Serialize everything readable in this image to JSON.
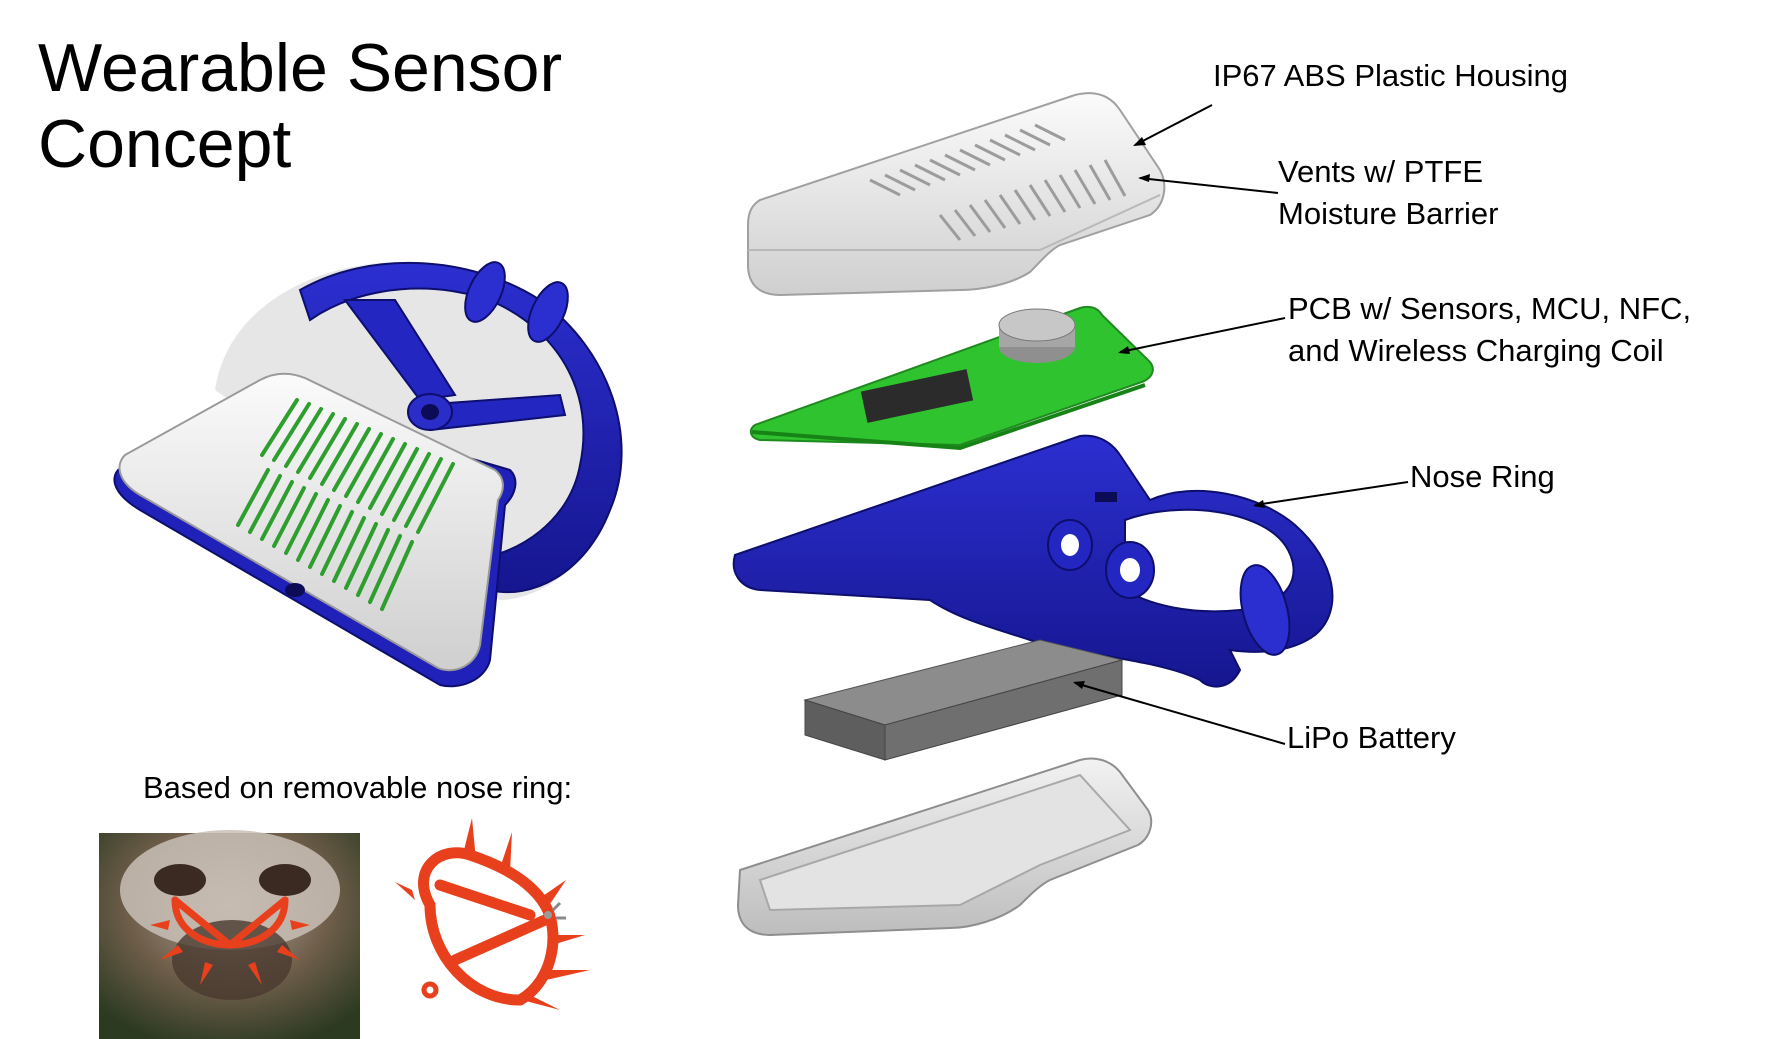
{
  "title": {
    "line1": "Wearable Sensor",
    "line2": "Concept"
  },
  "callouts": {
    "housing": "IP67 ABS Plastic Housing",
    "vents_line1": "Vents w/ PTFE",
    "vents_line2": "Moisture Barrier",
    "pcb_line1": "PCB w/ Sensors, MCU, NFC,",
    "pcb_line2": "and Wireless Charging Coil",
    "nose_ring": "Nose Ring",
    "battery": "LiPo Battery"
  },
  "caption": "Based on removable nose ring:",
  "colors": {
    "housing": "#e6e6e6",
    "pcb": "#2fc42f",
    "ring": "#1f21b8",
    "battery": "#6b6b6b",
    "base": "#d9d9d9",
    "spiked_ring": "#e8401c"
  }
}
